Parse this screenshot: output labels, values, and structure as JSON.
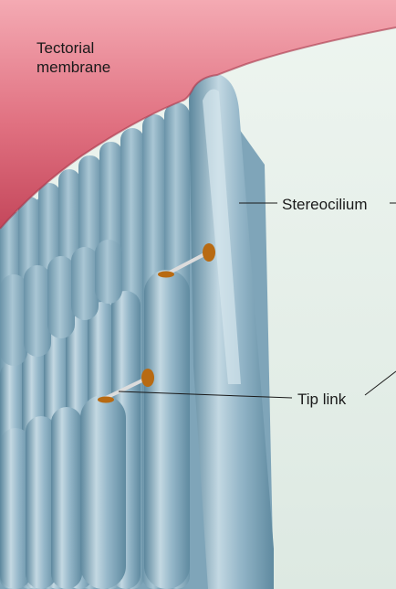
{
  "labels": {
    "tectorial_membrane": "Tectorial membrane",
    "stereocilium": "Stereocilium",
    "tip_link": "Tip link"
  },
  "colors": {
    "background_fluid": "#e5efe9",
    "membrane": "#d95b6e",
    "membrane_highlight": "#f0a3ad",
    "stereocilium": "#8eb2c5",
    "stereocilium_dark": "#557f96",
    "stereocilium_light": "#c9dde6",
    "tip_link_insertion": "#b86a12"
  }
}
